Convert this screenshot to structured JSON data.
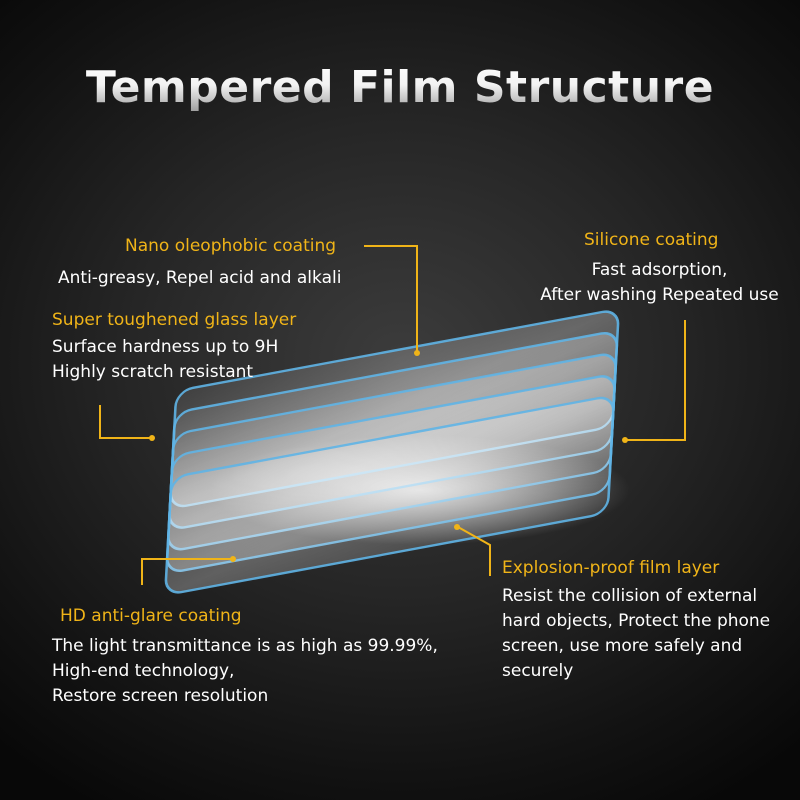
{
  "title": "Tempered Film Structure",
  "accent_color": "#f0b418",
  "layer_color": "#5fb4e6",
  "labels": {
    "nano": {
      "title": "Nano oleophobic coating",
      "lines": [
        "Anti-greasy, Repel acid and alkali"
      ]
    },
    "glass": {
      "title": "Super toughened glass layer",
      "lines": [
        "Surface hardness up to 9H",
        "Highly scratch resistant"
      ]
    },
    "silicone": {
      "title": "Silicone coating",
      "lines": [
        "Fast adsorption,",
        "After washing Repeated use"
      ]
    },
    "antiglare": {
      "title": "HD anti-glare coating",
      "lines": [
        "The light transmittance is as high as 99.99%,",
        "High-end technology,",
        "Restore screen resolution"
      ]
    },
    "explosion": {
      "title": "Explosion-proof film layer",
      "lines": [
        "Resist the collision of external",
        "hard objects, Protect the phone",
        "screen, use more  safely and",
        "securely"
      ]
    }
  }
}
